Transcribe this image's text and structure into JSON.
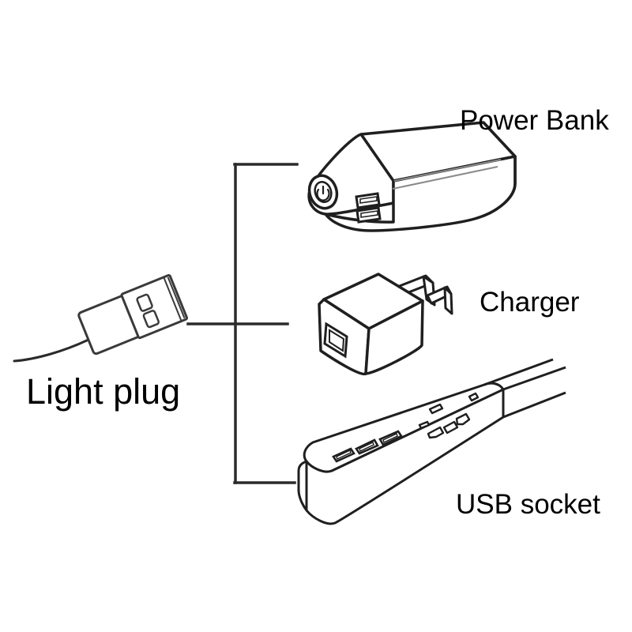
{
  "diagram": {
    "type": "line-drawing-connection-diagram",
    "background_color": "#ffffff",
    "line_color": "#2b2b2b",
    "text_color": "#000000",
    "source": {
      "label": "Light plug",
      "icon": "usb-plug-icon",
      "description": "USB type-A male plug on a cable"
    },
    "connector": {
      "icon": "bracket-connector",
      "style": "square-bracket with three branches"
    },
    "targets": [
      {
        "label": "Power Bank",
        "icon": "power-bank-icon",
        "description": "rectangular power bank with power button and two USB ports"
      },
      {
        "label": "Charger",
        "icon": "wall-charger-icon",
        "description": "cube wall charger with two flat prongs and one USB port"
      },
      {
        "label": "USB socket",
        "icon": "usb-power-strip-icon",
        "description": "power strip with three USB ports and AC outlets"
      }
    ]
  }
}
